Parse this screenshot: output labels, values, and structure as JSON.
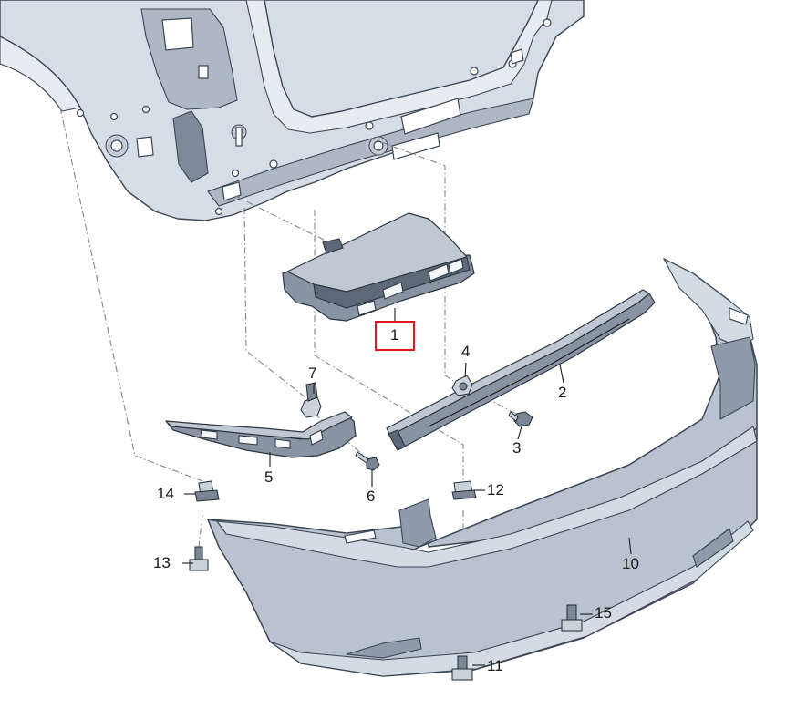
{
  "callouts": [
    {
      "id": "1",
      "label": "1",
      "highlighted": true
    },
    {
      "id": "2",
      "label": "2"
    },
    {
      "id": "3",
      "label": "3"
    },
    {
      "id": "4",
      "label": "4"
    },
    {
      "id": "5",
      "label": "5"
    },
    {
      "id": "6",
      "label": "6"
    },
    {
      "id": "7",
      "label": "7"
    },
    {
      "id": "10",
      "label": "10"
    },
    {
      "id": "11",
      "label": "11"
    },
    {
      "id": "12",
      "label": "12"
    },
    {
      "id": "13",
      "label": "13"
    },
    {
      "id": "14",
      "label": "14"
    },
    {
      "id": "15",
      "label": "15"
    }
  ],
  "colors": {
    "highlight": "#e0161b",
    "body_panel": "#d5dde6",
    "bumper": "#b9c3cf",
    "parts": "#8893a3",
    "label_text": "#1a1a1a"
  }
}
